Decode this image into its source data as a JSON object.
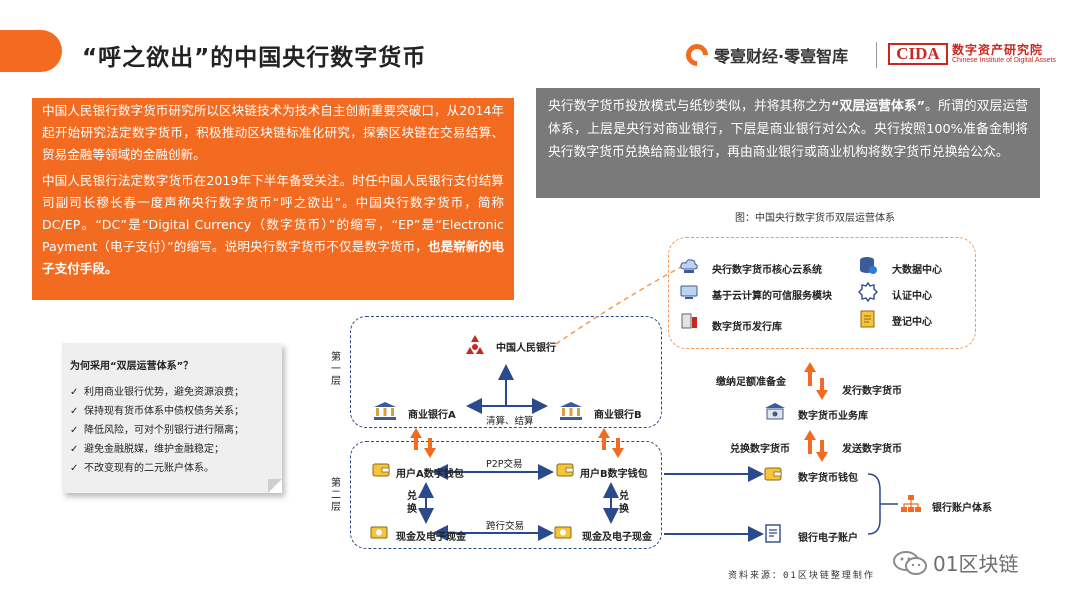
{
  "title": "“呼之欲出”的中国央行数字货币",
  "brand": {
    "lingyi": "零壹财经·零壹智库",
    "cida_logo": "CIDA",
    "cida_cn": "数字资产研究院",
    "cida_en": "Chinese Institute of Digital Assets"
  },
  "intro": {
    "p1": "中国人民银行数字货币研究所以区块链技术为技术自主创新重要突破口，从2014年起开始研究法定数字货币，积极推动区块链标准化研究，探索区块链在交易结算、贸易金融等领域的金融创新。",
    "p2": "中国人民银行法定数字货币在2019年下半年备受关注。时任中国人民银行支付结算司副司长穆长春一度声称央行数字货币“呼之欲出”。中国央行数字货币，简称DC/EP。“DC”是“Digital Currency（数字货币）”的缩写，“EP”是“Electronic Payment（电子支付）”的缩写。说明央行数字货币不仅是数字货币，",
    "p2_bold": "也是崭新的电子支付手段。"
  },
  "mode": {
    "text_a": "央行数字货币投放模式与纸钞类似，并将其称之为",
    "bold": "“双层运营体系”",
    "text_b": "。所谓的双层运营体系，上层是央行对商业银行，下层是商业银行对公众。央行按照100%准备金制将央行数字货币兑换给商业银行，再由商业银行或商业机构将数字货币兑换给公众。"
  },
  "figure_caption": "图：中国央行数字货币双层运营体系",
  "why": {
    "title": "为何采用“双层运营体系”？",
    "items": [
      "利用商业银行优势，避免资源浪费；",
      "保持现有货币体系中债权债务关系；",
      "降低风险，可对个别银行进行隔离；",
      "避免金融脱媒，维护金融稳定；",
      "不改变现有的二元账户体系。"
    ]
  },
  "diagram": {
    "layer1": "第一层",
    "layer2": "第二层",
    "pboc": "中国人民银行",
    "bank_a": "商业银行A",
    "bank_b": "商业银行B",
    "clearing": "清算、结算",
    "wallet_a": "用户A数字钱包",
    "wallet_b": "用户B数字钱包",
    "p2p": "P2P交易",
    "exchange": "兑换",
    "cash_a": "现金及电子现金",
    "cash_b": "现金及电子现金",
    "interbank": "跨行交易",
    "cloud": "央行数字货币核心云系统",
    "trusted": "基于云计算的可信服务模块",
    "issuer": "数字货币发行库",
    "bigdata": "大数据中心",
    "auth": "认证中心",
    "registry": "登记中心",
    "reserve": "缴纳足额准备金",
    "issue": "发行数字货币",
    "biz_lib": "数字货币业务库",
    "exchange_dc": "兑换数字货币",
    "send_dc": "发送数字货币",
    "dc_wallet": "数字货币钱包",
    "bank_acct": "银行电子账户",
    "acct_sys": "银行账户体系"
  },
  "source": "资料来源：01区块链整理制作",
  "watermark": "01区块链",
  "colors": {
    "accent": "#f26b21",
    "navy": "#2b4a8c",
    "gray_box": "#7a7a7a",
    "red": "#c8281e"
  }
}
